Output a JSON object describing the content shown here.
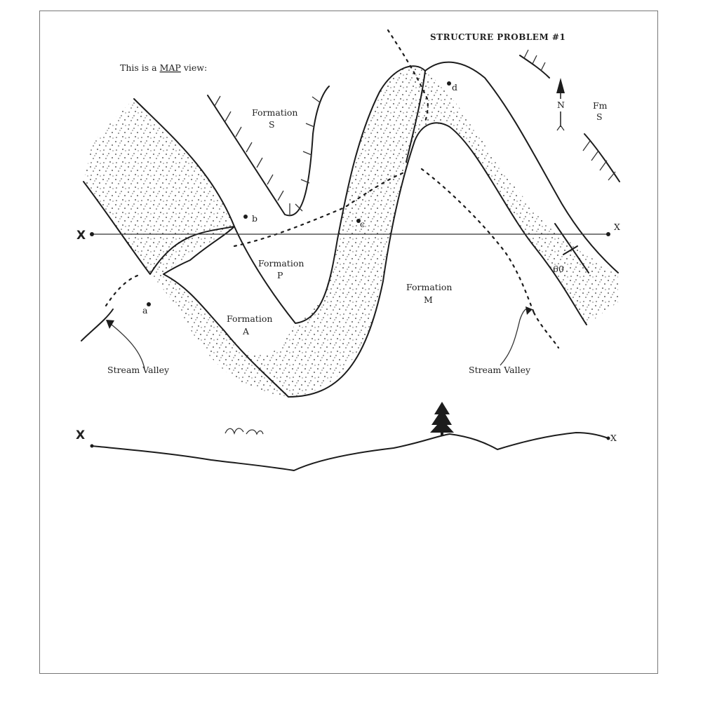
{
  "title": "STRUCTURE PROBLEM #1",
  "subtitle": {
    "prefix": "This is a ",
    "emphasis": "MAP",
    "suffix": " view:"
  },
  "labels": {
    "formation_word": "Formation",
    "formation_s": "S",
    "formation_p": "P",
    "formation_a": "A",
    "formation_m": "M",
    "fm_word": "Fm",
    "fm_s": "S",
    "north": "N",
    "dip": "60",
    "stream_valley_left": "Stream Valley",
    "stream_valley_right": "Stream Valley"
  },
  "points": {
    "a": "a",
    "b": "b",
    "c": "c",
    "d": "d"
  },
  "section_line": {
    "start": "X",
    "end": "X"
  },
  "profile": {
    "start": "X",
    "end": "X"
  },
  "colors": {
    "ink": "#1c1c1c",
    "border": "#777777",
    "paper": "#ffffff"
  },
  "icons": [
    "north-arrow-icon",
    "tree-icon",
    "birds-icon",
    "stream-arrow-icon"
  ]
}
